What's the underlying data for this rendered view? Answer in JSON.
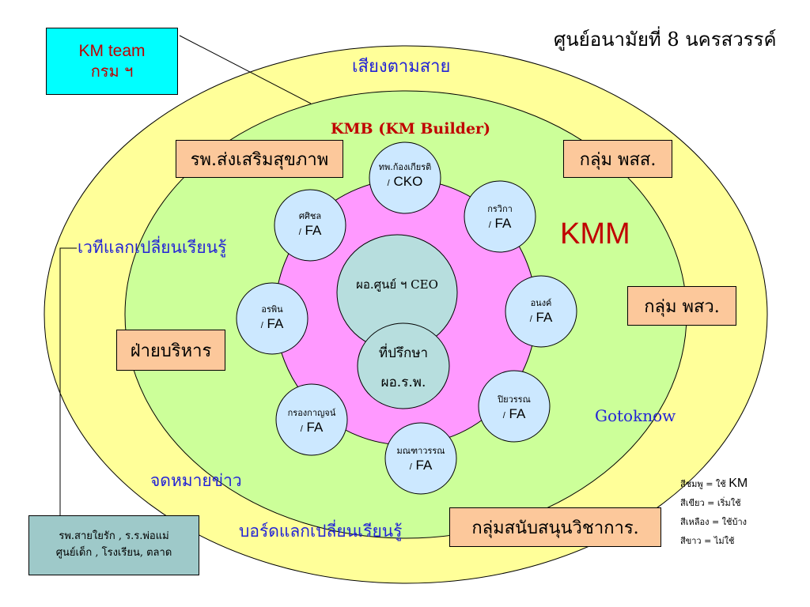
{
  "title": "ศูนย์อนามัยที่ 8 นครสวรรค์",
  "km_team": {
    "line1": "KM team",
    "line2": "กรม ฯ"
  },
  "rings": {
    "outer": "เสียงตามสาย",
    "kmb": "KMB (KM Builder)",
    "kmm": "KMM",
    "gotoknow": "Gotoknow"
  },
  "center": {
    "ceo": "ผอ.ศูนย์ ฯ CEO",
    "advisor_line1": "ที่ปรึกษา",
    "advisor_line2": "ผอ.ร.พ."
  },
  "nodes": [
    {
      "name": "ทพ.ก้องเกียรติ",
      "role": "CKO"
    },
    {
      "name": "กรวิกา",
      "role": "FA"
    },
    {
      "name": "อนงค์",
      "role": "FA"
    },
    {
      "name": "ปิยวรรณ",
      "role": "FA"
    },
    {
      "name": "มณฑาวรรณ",
      "role": "FA"
    },
    {
      "name": "กรองกาญจน์",
      "role": "FA"
    },
    {
      "name": "อรพิน",
      "role": "FA"
    },
    {
      "name": "ศศิชล",
      "role": "FA"
    }
  ],
  "node_slash": "/",
  "boxes": {
    "hospital": "รพ.ส่งเสริมสุขภาพ",
    "group_pss": "กลุ่ม พสส.",
    "group_psw": "กลุ่ม พสว.",
    "admin": "ฝ่ายบริหาร",
    "support": "กลุ่มสนับสนุนวิชาการ.",
    "community_line1": "รพ.สายใยรัก , ร.ร.พ่อแม่",
    "community_line2": "ศูนย์เด็ก , โรงเรียน, ตลาด"
  },
  "labels": {
    "forum": "เวทีแลกเปลี่ยนเรียนรู้",
    "newsletter": "จดหมายข่าว",
    "board": "บอร์ดแลกเปลี่ยนเรียนรู้"
  },
  "legend": [
    {
      "color": "สีชมพู",
      "eq": "=",
      "text": "ใช้",
      "em": "KM"
    },
    {
      "color": "สีเขียว",
      "eq": "=",
      "text": "เริ่มใช้",
      "em": ""
    },
    {
      "color": "สีเหลือง",
      "eq": "=",
      "text": "ใช้บ้าง",
      "em": ""
    },
    {
      "color": "สีขาว",
      "eq": "=",
      "text": "ไม่ใช้",
      "em": ""
    }
  ],
  "colors": {
    "yellow": "#ffff99",
    "green": "#ccff99",
    "pink": "#ff99ff",
    "teal": "#b7dede",
    "node": "#cce8ff"
  }
}
